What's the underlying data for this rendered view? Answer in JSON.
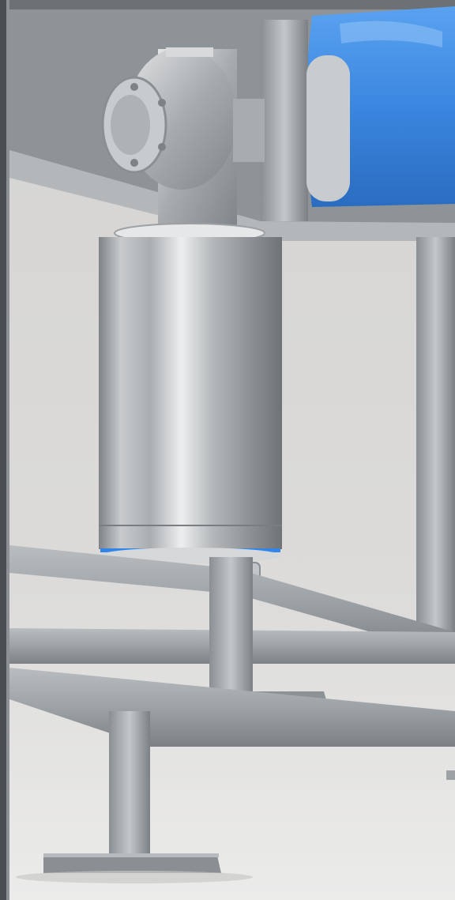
{
  "scene": {
    "description_visible_text": "",
    "colors": {
      "background": "#dcdbd9",
      "floor": "#e6e6e5",
      "frame_steel": "#9ea3a6",
      "frame_dark": "#6f7478",
      "motor_steel": "#b7bbbd",
      "belt_blue": "#3b86e0",
      "seal_blue": "#2f86e8",
      "left_border": "#3f4246"
    },
    "objects": [
      "stainless-conveyor-frame",
      "blue-conveyor-belt",
      "stainless-gear-motor",
      "motor-mount-leg",
      "floor-foot-plate",
      "cable-gland"
    ]
  }
}
